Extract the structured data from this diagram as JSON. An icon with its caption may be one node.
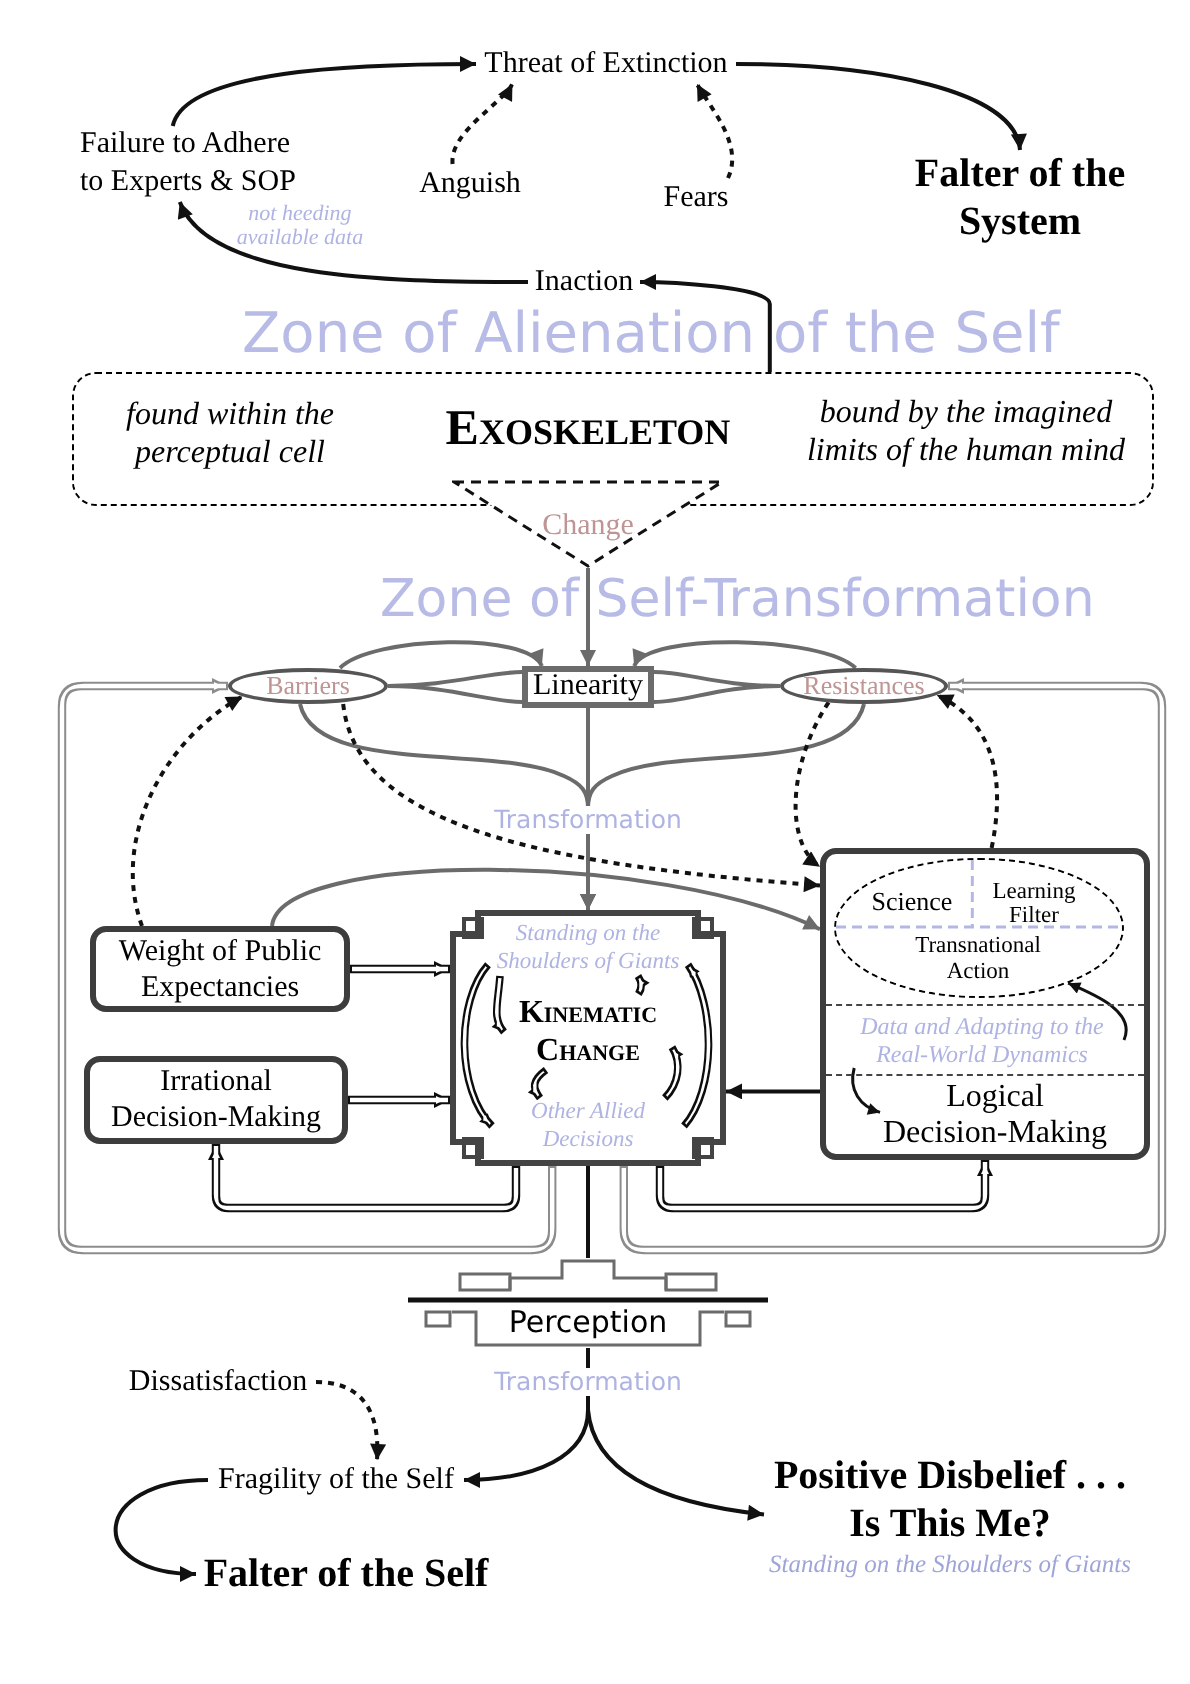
{
  "diagram": {
    "nodes": [
      {
        "text": [
          "Threat of Extinction"
        ]
      },
      {
        "text": [
          "Failure to Adhere to Experts & SOP"
        ]
      },
      {
        "text": [
          "Anguish"
        ]
      },
      {
        "text": [
          "Fears"
        ]
      },
      {
        "text": [
          "Falter of the System"
        ]
      },
      {
        "text": [
          "Inaction"
        ]
      },
      {
        "text": [
          "found within the perceptual cell",
          "Exoskeleton",
          "bound by the imagined limits of the human mind"
        ]
      },
      {
        "text": [
          "Change"
        ]
      },
      {
        "text": [
          "Barriers"
        ]
      },
      {
        "text": [
          "Linearity"
        ]
      },
      {
        "text": [
          "Resistances"
        ]
      },
      {
        "text": [
          "Weight of Public Expectancies"
        ]
      },
      {
        "text": [
          "Irrational Decision-Making"
        ]
      },
      {
        "text": [],
        "shape": "box"
      },
      {
        "text": [
          "Standing on the Shoulders of Giants"
        ],
        "in": 13
      },
      {
        "text": [
          "Kinematic Change"
        ],
        "in": 13
      },
      {
        "text": [
          "Other Allied Decisions"
        ],
        "in": 13
      },
      {
        "text": [],
        "shape": "box"
      },
      {
        "text": [
          "Science",
          "Learning Filter",
          "Transnational Action"
        ],
        "in": 17
      },
      {
        "text": [
          "Data and Adapting to the Real-World Dynamics"
        ],
        "in": 17
      },
      {
        "text": [
          "Logical Decision-Making"
        ],
        "in": 17
      },
      {
        "text": [
          "Perception"
        ]
      },
      {
        "text": [
          "Dissatisfaction"
        ]
      },
      {
        "text": [
          "Fragility of the Self"
        ]
      },
      {
        "text": [
          "Positive Disbelief . . . Is This Me?"
        ],
        "beside": [
          "Standing on the Shoulders of Giants"
        ]
      },
      {
        "text": [
          "Falter of the Self"
        ]
      }
    ],
    "edges": [
      {
        "from": 1,
        "to": 0,
        "arrow": "to"
      },
      {
        "from": 2,
        "to": 0,
        "arrow": "to",
        "style": "dashed"
      },
      {
        "from": 3,
        "to": 0,
        "arrow": "to",
        "style": "dashed"
      },
      {
        "from": 0,
        "to": 4,
        "arrow": "to"
      },
      {
        "from": 5,
        "to": 1,
        "arrow": "to",
        "label": "not heeding available data"
      },
      {
        "from": 6,
        "to": 5,
        "arrow": "to"
      },
      {
        "from": 7,
        "to": 9,
        "arrow": "to",
        "color": "#6b6b6b"
      },
      {
        "from": 8,
        "to": 9,
        "arrow": "to",
        "color": "#6b6b6b"
      },
      {
        "from": 10,
        "to": 9,
        "arrow": "to",
        "color": "#6b6b6b"
      },
      {
        "from": 8,
        "to": 9,
        "arrow": "none",
        "color": "#6b6b6b"
      },
      {
        "from": 10,
        "to": 9,
        "arrow": "none",
        "color": "#6b6b6b"
      },
      {
        "from": 9,
        "to": 13,
        "arrow": "to",
        "label": "Transformation",
        "color": "#6b6b6b"
      },
      {
        "from": 8,
        "to": 13,
        "arrow": "to",
        "color": "#6b6b6b"
      },
      {
        "from": 10,
        "to": 13,
        "arrow": "to",
        "color": "#6b6b6b"
      },
      {
        "from": 8,
        "to": 17,
        "arrow": "to",
        "style": "dashed"
      },
      {
        "from": 11,
        "to": 8,
        "arrow": "to",
        "style": "dashed"
      },
      {
        "from": 10,
        "to": 17,
        "arrow": "to",
        "style": "dashed"
      },
      {
        "from": 17,
        "to": 10,
        "arrow": "to",
        "style": "dashed"
      },
      {
        "from": 11,
        "to": 17,
        "arrow": "to",
        "color": "#6b6b6b"
      },
      {
        "from": 11,
        "to": 13,
        "arrow": "to",
        "style": "thick"
      },
      {
        "from": 12,
        "to": 13,
        "arrow": "to",
        "style": "thick"
      },
      {
        "from": 17,
        "to": 13,
        "arrow": "to"
      },
      {
        "from": 14,
        "to": 15,
        "arrow": "to",
        "style": "thick"
      },
      {
        "from": 14,
        "to": 16,
        "arrow": "to",
        "style": "thick"
      },
      {
        "from": 15,
        "to": 16,
        "arrow": "to",
        "style": "thick"
      },
      {
        "from": 16,
        "to": 14,
        "arrow": "to",
        "style": "thick"
      },
      {
        "from": 16,
        "to": 15,
        "arrow": "to",
        "style": "thick"
      },
      {
        "from": 15,
        "to": 14,
        "arrow": "to",
        "style": "thick"
      },
      {
        "from": 19,
        "to": 18,
        "arrow": "to"
      },
      {
        "from": 19,
        "to": 20,
        "arrow": "to"
      },
      {
        "from": 13,
        "to": 12,
        "arrow": "to",
        "style": "thick"
      },
      {
        "from": 13,
        "to": 17,
        "arrow": "to",
        "style": "thick"
      },
      {
        "from": 13,
        "to": 8,
        "arrow": "to",
        "style": "thick",
        "color": "#8c8c8c"
      },
      {
        "from": 13,
        "to": 10,
        "arrow": "to",
        "style": "thick",
        "color": "#8c8c8c"
      },
      {
        "from": 13,
        "to": 21,
        "arrow": "none"
      },
      {
        "from": 21,
        "to": 23,
        "arrow": "to",
        "label": "Transformation"
      },
      {
        "from": 21,
        "to": 24,
        "arrow": "to"
      },
      {
        "from": 22,
        "to": 23,
        "arrow": "to",
        "style": "dashed"
      },
      {
        "from": 23,
        "to": 25,
        "arrow": "to"
      }
    ],
    "labels": [
      "Zone of Alienation of the Self",
      "Zone of Self-Transformation"
    ]
  }
}
